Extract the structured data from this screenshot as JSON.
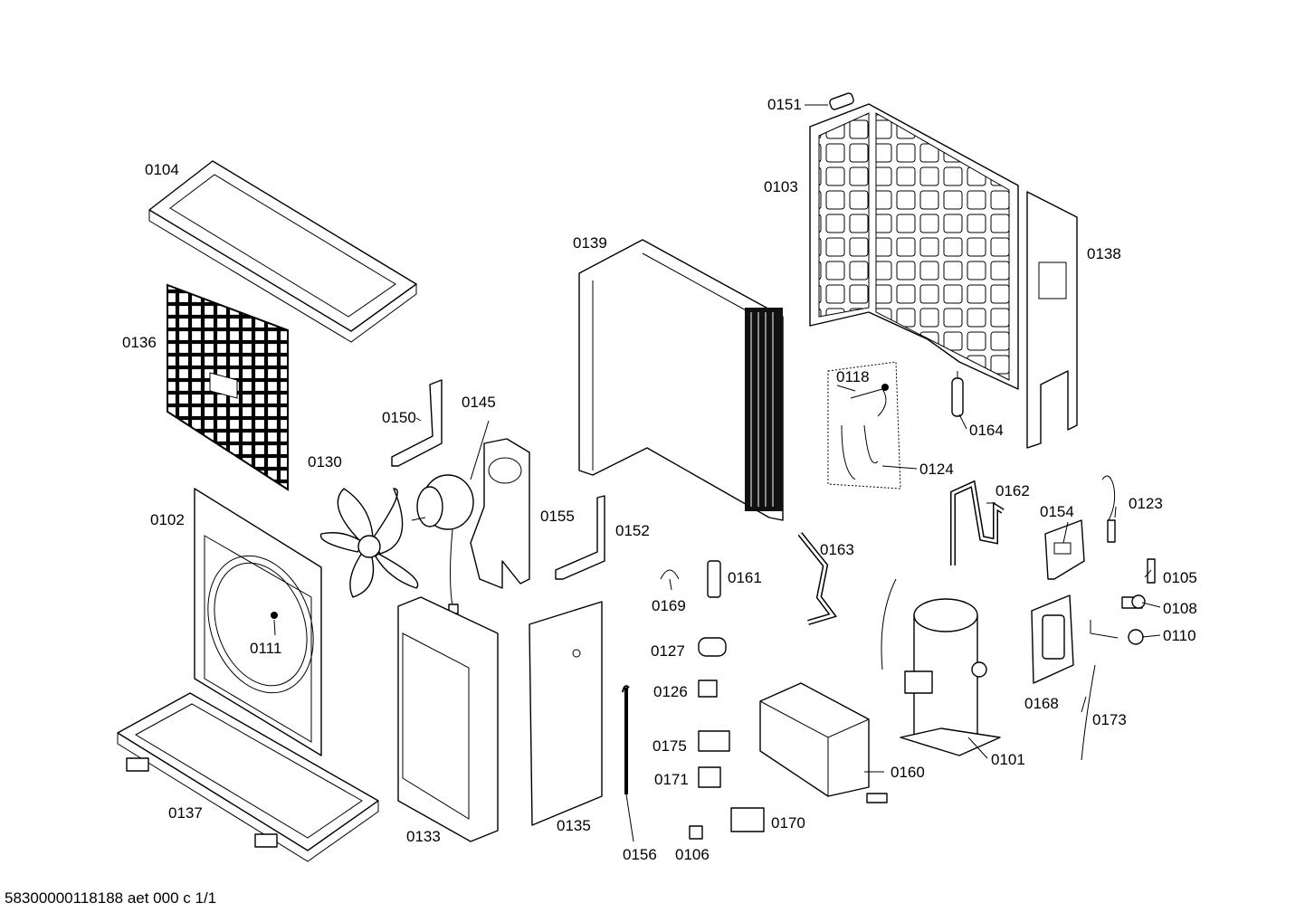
{
  "footer": "58300000118188 aet 000 c 1/1",
  "labels": {
    "p0104": "0104",
    "p0136": "0136",
    "p0102": "0102",
    "p0137": "0137",
    "p0111": "0111",
    "p0130": "0130",
    "p0150": "0150",
    "p0145": "0145",
    "p0155": "0155",
    "p0152": "0152",
    "p0133": "0133",
    "p0135": "0135",
    "p0156": "0156",
    "p0106": "0106",
    "p0139": "0139",
    "p0169": "0169",
    "p0161": "0161",
    "p0163": "0163",
    "p0127": "0127",
    "p0126": "0126",
    "p0175": "0175",
    "p0171": "0171",
    "p0170": "0170",
    "p0151": "0151",
    "p0103": "0103",
    "p0138": "0138",
    "p0118": "0118",
    "p0124": "0124",
    "p0164": "0164",
    "p0162": "0162",
    "p0154": "0154",
    "p0123": "0123",
    "p0105": "0105",
    "p0108": "0108",
    "p0110": "0110",
    "p0168": "0168",
    "p0173": "0173",
    "p0160": "0160",
    "p0101": "0101"
  }
}
